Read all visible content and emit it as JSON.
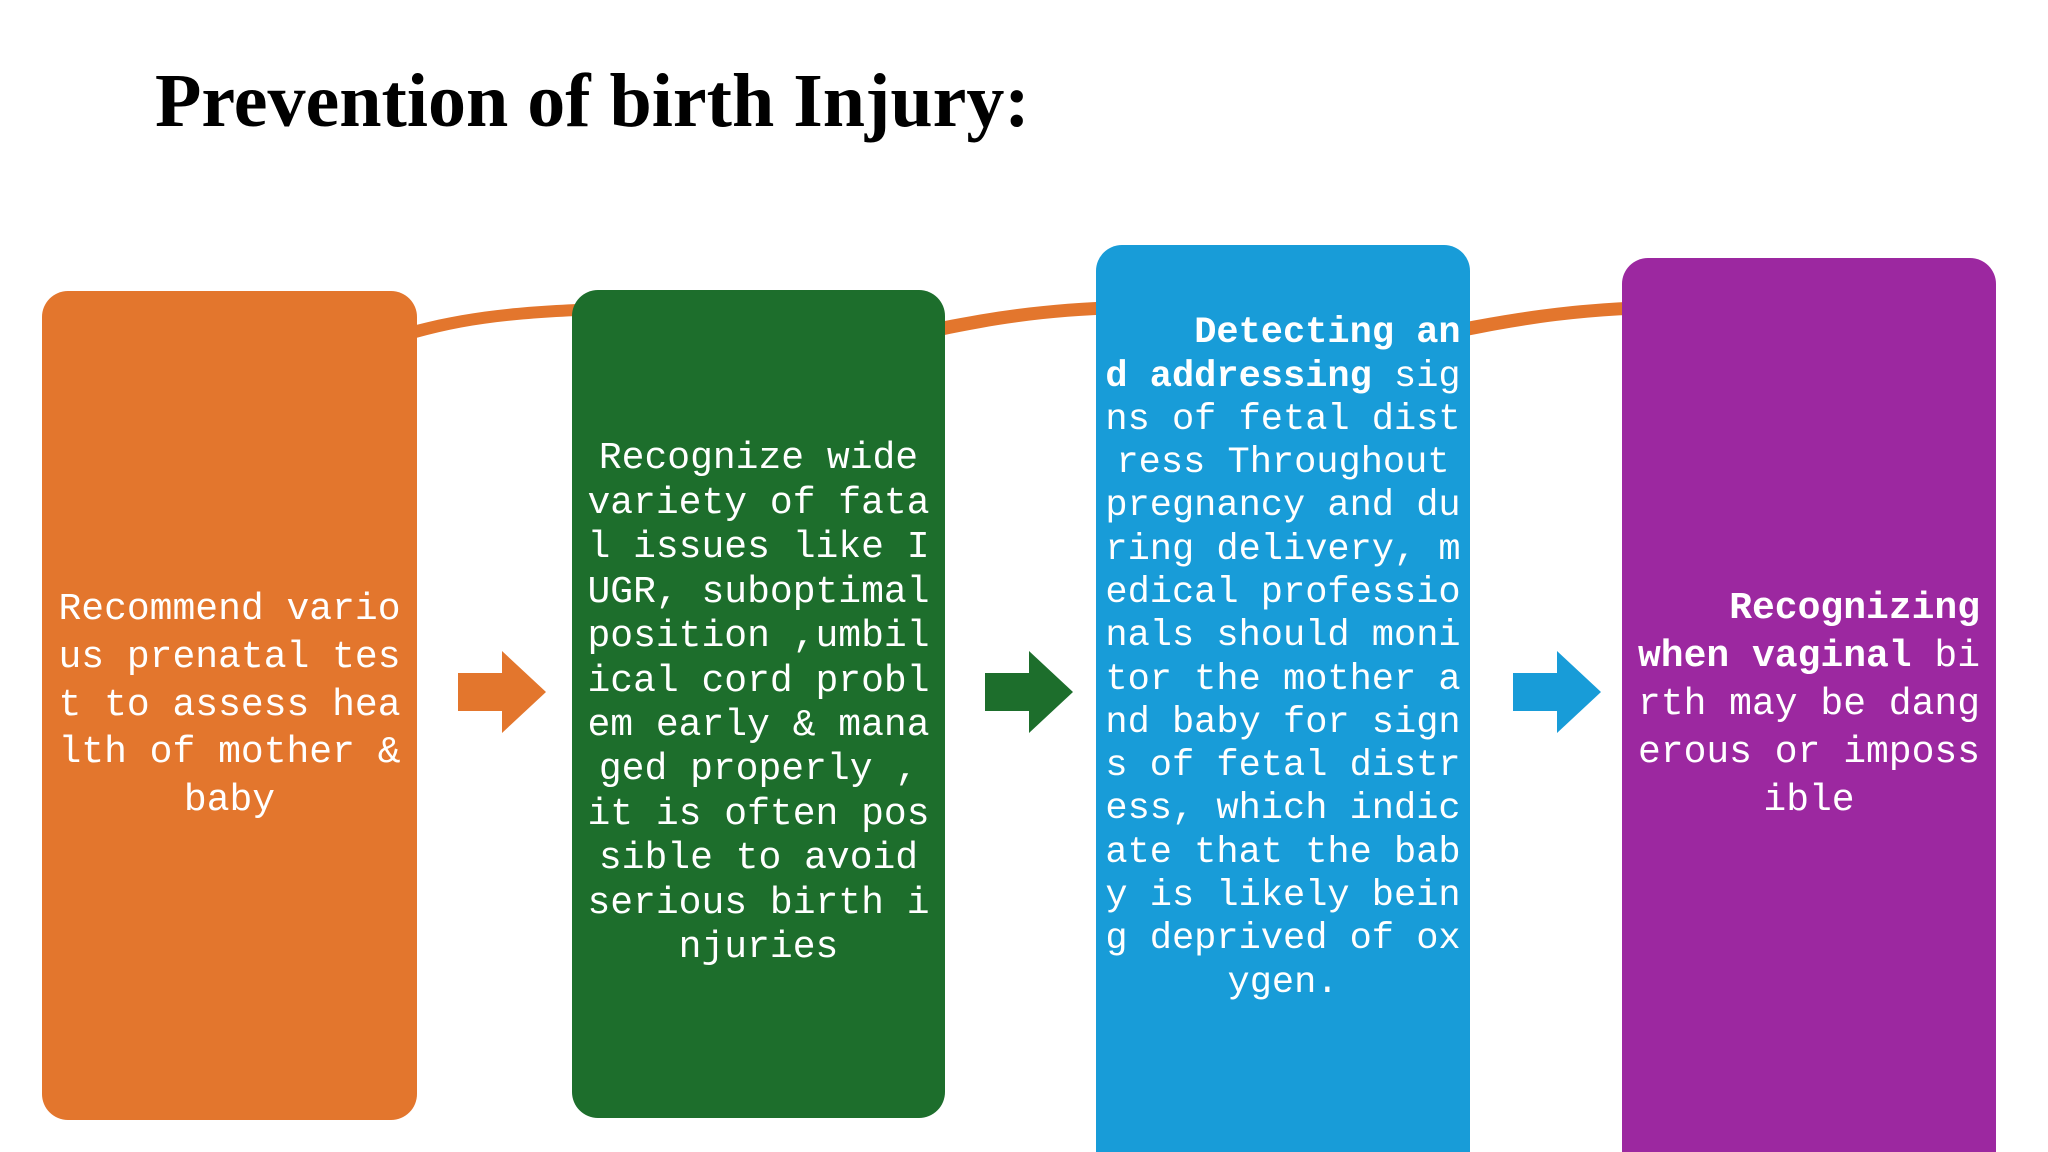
{
  "slide": {
    "title": "Prevention of birth Injury:",
    "background_color": "#FFFFFF"
  },
  "connector": {
    "color": "#E3762D",
    "name": "wavy-connector-line"
  },
  "boxes": [
    {
      "id": "orange",
      "color": "#E3762D",
      "text_color": "#FFFFFF",
      "bold_prefix": "",
      "text": "Recommend various prenatal test to assess health of mother & baby"
    },
    {
      "id": "green",
      "color": "#1D6E2C",
      "text_color": "#FFFFFF",
      "bold_prefix": "",
      "text": "Recognize wide variety of fatal issues like IUGR, suboptimal position ,umbilical cord problem early & managed properly , it is often possible to avoid serious birth injuries"
    },
    {
      "id": "blue",
      "color": "#189CD8",
      "text_color": "#FFFFFF",
      "bold_prefix": "Detecting and addressing ",
      "text": "signs of fetal distress Throughout pregnancy and during delivery, medical professionals should monitor the mother and baby for signs of fetal distress, which indicate that the baby is likely being deprived of oxygen."
    },
    {
      "id": "purple",
      "color": "#9C28A0",
      "text_color": "#FFFFFF",
      "bold_prefix": "Recognizing when vaginal ",
      "text": "birth may be dangerous or impossible"
    }
  ],
  "arrows": [
    {
      "id": "arrow-1",
      "color": "#E3762D",
      "direction": "right"
    },
    {
      "id": "arrow-2",
      "color": "#1D6E2C",
      "direction": "right"
    },
    {
      "id": "arrow-3",
      "color": "#189CD8",
      "direction": "right"
    }
  ]
}
